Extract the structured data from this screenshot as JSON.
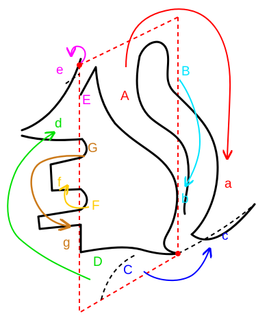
{
  "colors": {
    "background": "#ffffff",
    "surface_outline": "#000000",
    "cut_line": "#ff0000",
    "red": "#ff0000",
    "cyan": "#00e5ff",
    "blue": "#0000ff",
    "green": "#00e000",
    "orange": "#cc7a1a",
    "yellow": "#ffcc00",
    "magenta": "#ff00ff"
  },
  "labels": {
    "A": "A",
    "a": "a",
    "B": "B",
    "b": "b",
    "C": "C",
    "c": "c",
    "D": "D",
    "d": "d",
    "E": "E",
    "e": "e",
    "F": "F",
    "f": "f",
    "G": "G",
    "g": "g"
  },
  "mappings": [
    {
      "from": "A",
      "to": "a",
      "color": "red"
    },
    {
      "from": "B",
      "to": "b",
      "color": "cyan"
    },
    {
      "from": "C",
      "to": "c",
      "color": "blue"
    },
    {
      "from": "D",
      "to": "d",
      "color": "green"
    },
    {
      "from": "E",
      "to": "e",
      "color": "magenta"
    },
    {
      "from": "F",
      "to": "f",
      "color": "yellow"
    },
    {
      "from": "G",
      "to": "g",
      "color": "orange"
    }
  ]
}
